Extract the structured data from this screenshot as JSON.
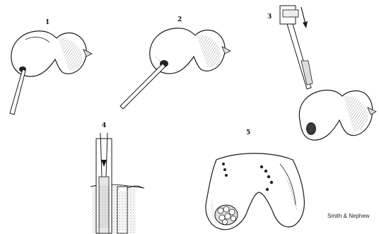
{
  "steps": [
    {
      "label": "1",
      "depicts": "knee-condyle-with-drill"
    },
    {
      "label": "2",
      "depicts": "knee-condyle-with-tamp"
    },
    {
      "label": "3",
      "depicts": "mallet-and-punch-into-condyle"
    },
    {
      "label": "4",
      "depicts": "plug-insertion-cross-section"
    },
    {
      "label": "5",
      "depicts": "grafted-femoral-condyle"
    }
  ],
  "credit": "Smith & Nephew",
  "colors": {
    "ink": "#1a1a1a",
    "stipple": "#8a8a8a",
    "paper": "#ffffff"
  }
}
